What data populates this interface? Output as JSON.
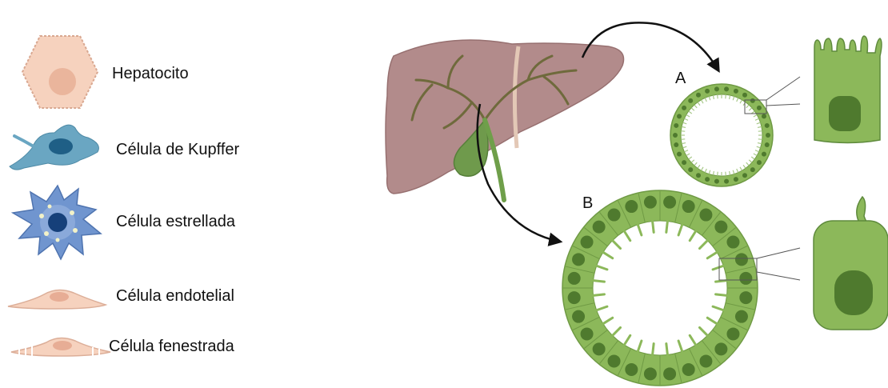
{
  "legend": {
    "items": [
      {
        "id": "hepatocyte",
        "label": "Hepatocito"
      },
      {
        "id": "kupffer",
        "label": "Célula de Kupffer"
      },
      {
        "id": "stellate",
        "label": "Célula estrellada"
      },
      {
        "id": "endothelial",
        "label": "Célula endotelial"
      },
      {
        "id": "fenestrated",
        "label": "Célula fenestrada"
      }
    ]
  },
  "diagram": {
    "duct_a_label": "A",
    "duct_b_label": "B"
  },
  "colors": {
    "liver": "#b28b8b",
    "duct_green": "#8cb85a",
    "nucleus_green": "#4f7a2e",
    "hepatocyte": "#f6d2be",
    "kupffer": "#5e9cb8",
    "stellate": "#6f93cc"
  }
}
